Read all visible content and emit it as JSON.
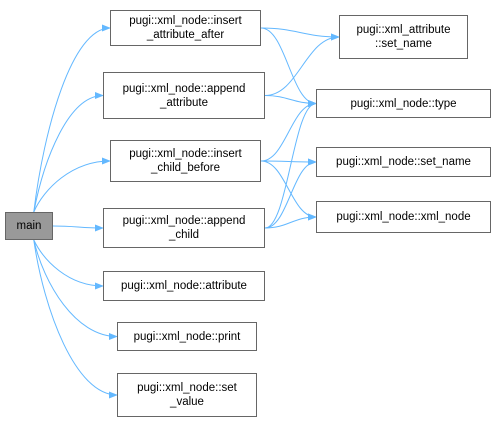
{
  "diagram": {
    "colors": {
      "edge": "#63b8ff",
      "node_border": "#666666",
      "root_fill": "#999999",
      "node_fill": "#ffffff"
    },
    "nodes": {
      "main": {
        "lines": [
          "main"
        ]
      },
      "insert_attribute_after": {
        "lines": [
          "pugi::xml_node::insert",
          "_attribute_after"
        ]
      },
      "append_attribute": {
        "lines": [
          "pugi::xml_node::append",
          "_attribute"
        ]
      },
      "insert_child_before": {
        "lines": [
          "pugi::xml_node::insert",
          "_child_before"
        ]
      },
      "append_child": {
        "lines": [
          "pugi::xml_node::append",
          "_child"
        ]
      },
      "attribute": {
        "lines": [
          "pugi::xml_node::attribute"
        ]
      },
      "print": {
        "lines": [
          "pugi::xml_node::print"
        ]
      },
      "set_value": {
        "lines": [
          "pugi::xml_node::set",
          "_value"
        ]
      },
      "attr_set_name": {
        "lines": [
          "pugi::xml_attribute",
          "::set_name"
        ]
      },
      "type": {
        "lines": [
          "pugi::xml_node::type"
        ]
      },
      "node_set_name": {
        "lines": [
          "pugi::xml_node::set_name"
        ]
      },
      "xml_node": {
        "lines": [
          "pugi::xml_node::xml_node"
        ]
      }
    },
    "edges": [
      [
        "main",
        "insert_attribute_after"
      ],
      [
        "main",
        "append_attribute"
      ],
      [
        "main",
        "insert_child_before"
      ],
      [
        "main",
        "append_child"
      ],
      [
        "main",
        "attribute"
      ],
      [
        "main",
        "print"
      ],
      [
        "main",
        "set_value"
      ],
      [
        "insert_attribute_after",
        "attr_set_name"
      ],
      [
        "insert_attribute_after",
        "type"
      ],
      [
        "append_attribute",
        "attr_set_name"
      ],
      [
        "append_attribute",
        "type"
      ],
      [
        "insert_child_before",
        "type"
      ],
      [
        "insert_child_before",
        "node_set_name"
      ],
      [
        "insert_child_before",
        "xml_node"
      ],
      [
        "append_child",
        "type"
      ],
      [
        "append_child",
        "node_set_name"
      ],
      [
        "append_child",
        "xml_node"
      ]
    ]
  }
}
